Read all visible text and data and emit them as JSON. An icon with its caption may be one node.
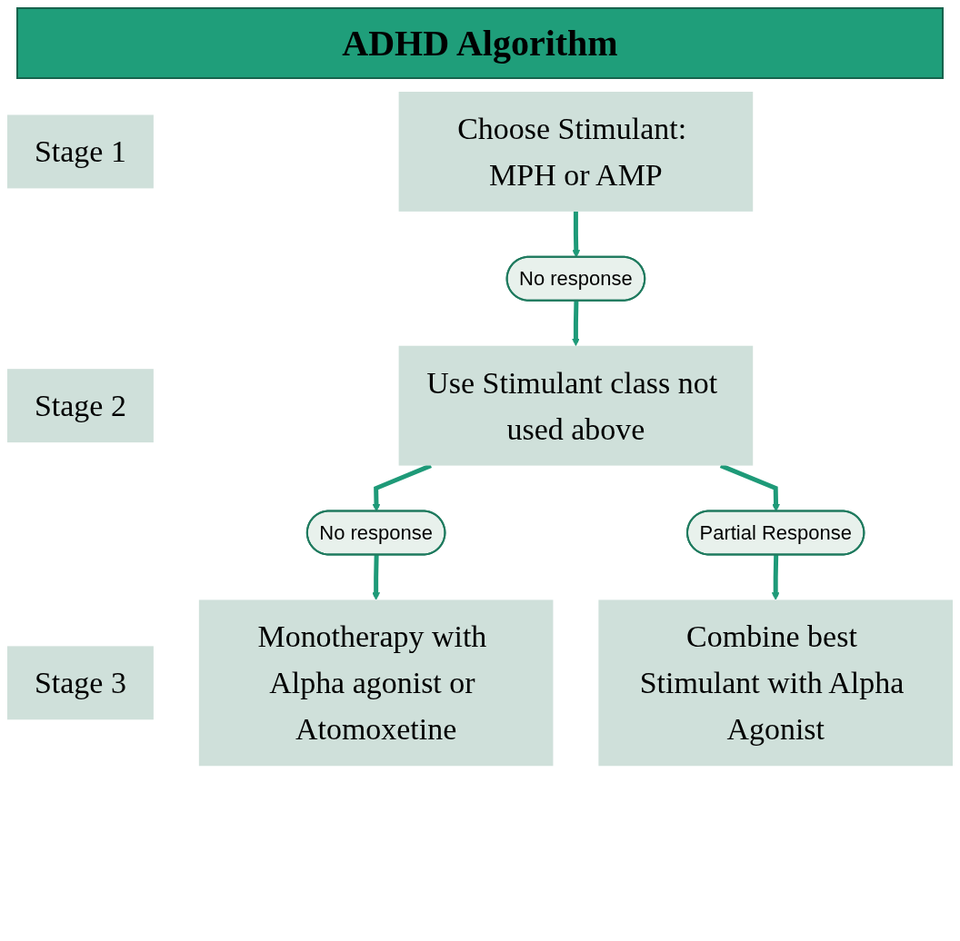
{
  "diagram": {
    "title": "ADHD Algorithm",
    "nodes": [
      {
        "text": [
          "Stage 1"
        ]
      },
      {
        "text": [
          "Choose Stimulant: MPH or AMP"
        ]
      },
      {
        "text": [
          "No response"
        ]
      },
      {
        "text": [
          "Stage 2"
        ]
      },
      {
        "text": [
          "Use Stimulant class not used above"
        ]
      },
      {
        "text": [
          "No response"
        ]
      },
      {
        "text": [
          "Partial Response"
        ]
      },
      {
        "text": [
          "Stage 3"
        ]
      },
      {
        "text": [
          "Monotherapy with Alpha agonist or Atomoxetine"
        ]
      },
      {
        "text": [
          "Combine best Stimulant with Alpha Agonist"
        ]
      }
    ],
    "edges": [
      {
        "from": 1,
        "to": 2,
        "arrow": "to"
      },
      {
        "from": 2,
        "to": 4,
        "arrow": "to"
      },
      {
        "from": 4,
        "to": 5,
        "arrow": "to"
      },
      {
        "from": 4,
        "to": 6,
        "arrow": "to"
      },
      {
        "from": 5,
        "to": 8,
        "arrow": "to"
      },
      {
        "from": 6,
        "to": 9,
        "arrow": "to"
      }
    ]
  }
}
